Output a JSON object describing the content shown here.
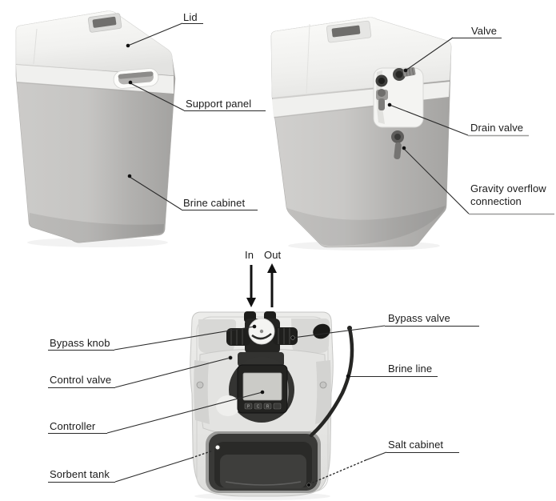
{
  "water_softener_diagram": {
    "front_view": {
      "labels": {
        "lid": "Lid",
        "support_panel": "Support panel",
        "brine_cabinet": "Brine cabinet"
      }
    },
    "rear_view": {
      "labels": {
        "valve": "Valve",
        "drain_valve": "Drain valve",
        "gravity_overflow_connection": "Gravity overflow connection"
      }
    },
    "top_view": {
      "flow_in": "In",
      "flow_out": "Out",
      "labels": {
        "bypass_knob": "Bypass knob",
        "control_valve": "Control valve",
        "controller": "Controller",
        "sorbent_tank": "Sorbent tank",
        "bypass_valve": "Bypass valve",
        "brine_line": "Brine line",
        "salt_cabinet": "Salt cabinet"
      },
      "controller_buttons": [
        "P",
        "C",
        "R",
        ""
      ]
    },
    "colors": {
      "label_text": "#1b1b1b",
      "leader_line": "#2a2a2a",
      "underline_gray": "#9c9c9a",
      "cabinet_gray": "#c6c5c3",
      "lid_white": "#f2f2f0",
      "valve_black": "#1f1f1d",
      "screen_gray": "#cbcbc7"
    }
  }
}
